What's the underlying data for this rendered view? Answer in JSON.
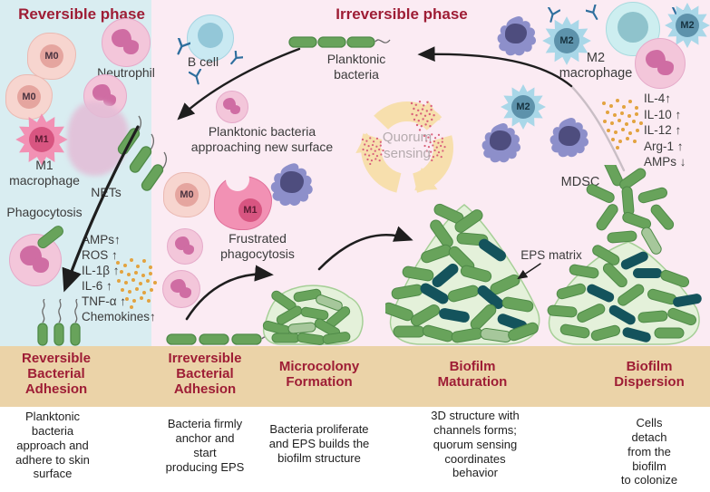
{
  "phase_titles": {
    "reversible": "Reversible phase",
    "irreversible": "Irreversible phase"
  },
  "cells": {
    "m0": "M0",
    "m1": "M1",
    "m2": "M2",
    "neutrophil": "Neutrophil",
    "nets": "NETs",
    "m1_macrophage": "M1\nmacrophage",
    "phagocytosis": "Phagocytosis",
    "b_cell": "B cell",
    "m2_macrophage": "M2\nmacrophage",
    "mdsc": "MDSC"
  },
  "annotations": {
    "planktonic_bacteria": "Planktonic\nbacteria",
    "approaching_surface": "Planktonic bacteria\napproaching new surface",
    "quorum_sensing": "Quorum\nsensing",
    "frustrated_phagocytosis": "Frustrated\nphagocytosis",
    "eps_matrix": "EPS matrix"
  },
  "cytokines_left": [
    "AMPs↑",
    "ROS ↑",
    "IL-1β ↑",
    "IL-6 ↑",
    "TNF-α ↑",
    "Chemokines↑"
  ],
  "cytokines_right": [
    "IL-4↑",
    "IL-10 ↑",
    "IL-12 ↑",
    "Arg-1 ↑",
    "AMPs ↓"
  ],
  "stages": [
    {
      "title": "Reversible\nBacterial\nAdhesion",
      "desc": "Planktonic\nbacteria\napproach and\nadhere to skin\nsurface"
    },
    {
      "title": "Irreversible\nBacterial\nAdhesion",
      "desc": "Bacteria firmly\nanchor and\nstart\nproducing EPS"
    },
    {
      "title": "Microcolony\nFormation",
      "desc": "Bacteria proliferate\nand EPS builds the\nbiofilm structure"
    },
    {
      "title": "Biofilm\nMaturation",
      "desc": "3D structure with\nchannels forms;\nquorum sensing\ncoordinates\nbehavior"
    },
    {
      "title": "Biofilm\nDispersion",
      "desc": "Cells detach\nfrom the biofilm\nto colonize new\nsurfaces"
    }
  ],
  "colors": {
    "title_red": "#9e1d35",
    "reversible_bg": "#d9edf1",
    "irreversible_bg": "#fbebf3",
    "surface_band": "#ebd3a8",
    "bacteria_green": "#68a35b",
    "bacteria_dark_teal": "#14535c",
    "eps_green": "#e4f1da",
    "quorum_ring": "#f7dfad",
    "cytokine_dots_orange": "#e3a33f",
    "autoinducer_dots_red": "#d9607a",
    "m2_blue": "#a9d7e8",
    "mdsc_purple": "#8d8fca",
    "neutrophil_pink": "#f3c6da"
  }
}
